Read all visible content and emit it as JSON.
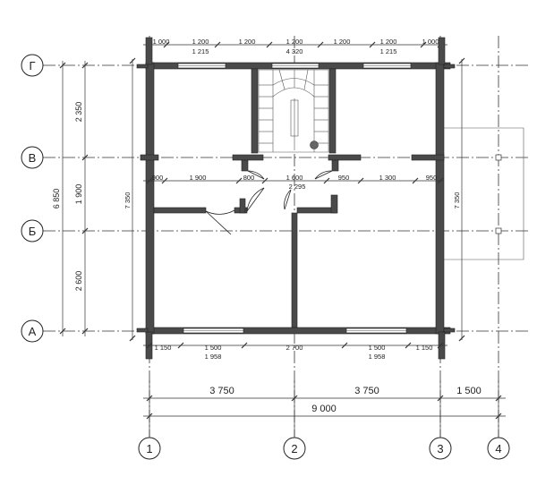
{
  "axes": {
    "rows": [
      {
        "label": "Г"
      },
      {
        "label": "В"
      },
      {
        "label": "Б"
      },
      {
        "label": "А"
      }
    ],
    "cols": [
      {
        "label": "1"
      },
      {
        "label": "2"
      },
      {
        "label": "3"
      },
      {
        "label": "4"
      }
    ]
  },
  "dims": {
    "top_upper": [
      "1 000",
      "1 200",
      "1 200",
      "1 200",
      "1 200",
      "1 200",
      "1 000"
    ],
    "top_lower": [
      "1 215",
      "4 320",
      "1 215"
    ],
    "mid_upper": [
      "900",
      "1 900",
      "800",
      "1 600",
      "950",
      "1 300",
      "950"
    ],
    "mid_lower": [
      "2 295"
    ],
    "bottom_upper": [
      "1 150",
      "1 500",
      "2 700",
      "1 500",
      "1 150"
    ],
    "bottom_lower": [
      "1 958",
      "1 958"
    ],
    "axis_spans": [
      "3 750",
      "3 750",
      "1 500"
    ],
    "overall": "9 000",
    "left_segments": [
      "2 350",
      "1 900",
      "2 600"
    ],
    "left_total": "6 850",
    "left_inner": "7 350",
    "right_inner": "7 350"
  }
}
